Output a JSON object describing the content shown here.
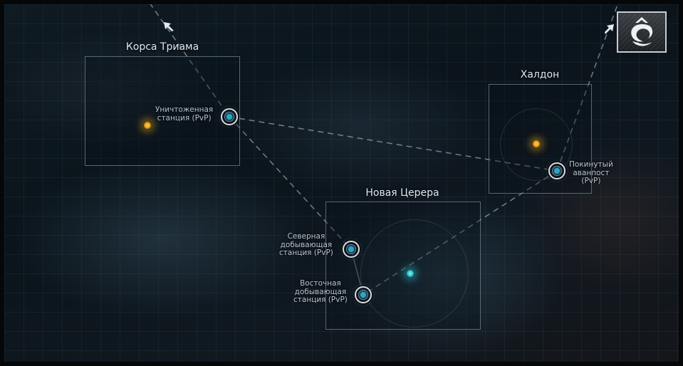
{
  "regions": {
    "korsa": {
      "title": "Корса Триама",
      "station": [
        "Уничтоженная",
        "станция (PvP)"
      ]
    },
    "khaldon": {
      "title": "Халдон",
      "station": [
        "Покинутый",
        "аванпост",
        "(PvP)"
      ]
    },
    "ceres": {
      "title": "Новая Церера",
      "north_station": [
        "Северная",
        "добывающая",
        "станция (PvP)"
      ],
      "east_station": [
        "Восточная",
        "добывающая",
        "станция (PvP)"
      ]
    }
  },
  "icons": {
    "route_exit_left": "ship-arrow-icon",
    "route_exit_right": "ship-arrow-icon",
    "menu": "faction-emblem-icon"
  },
  "colors": {
    "star_korsa": "#e9b01a",
    "star_khaldon": "#f0b020",
    "star_ceres": "#2bd0d6",
    "station_core": "#2aa7c7"
  }
}
